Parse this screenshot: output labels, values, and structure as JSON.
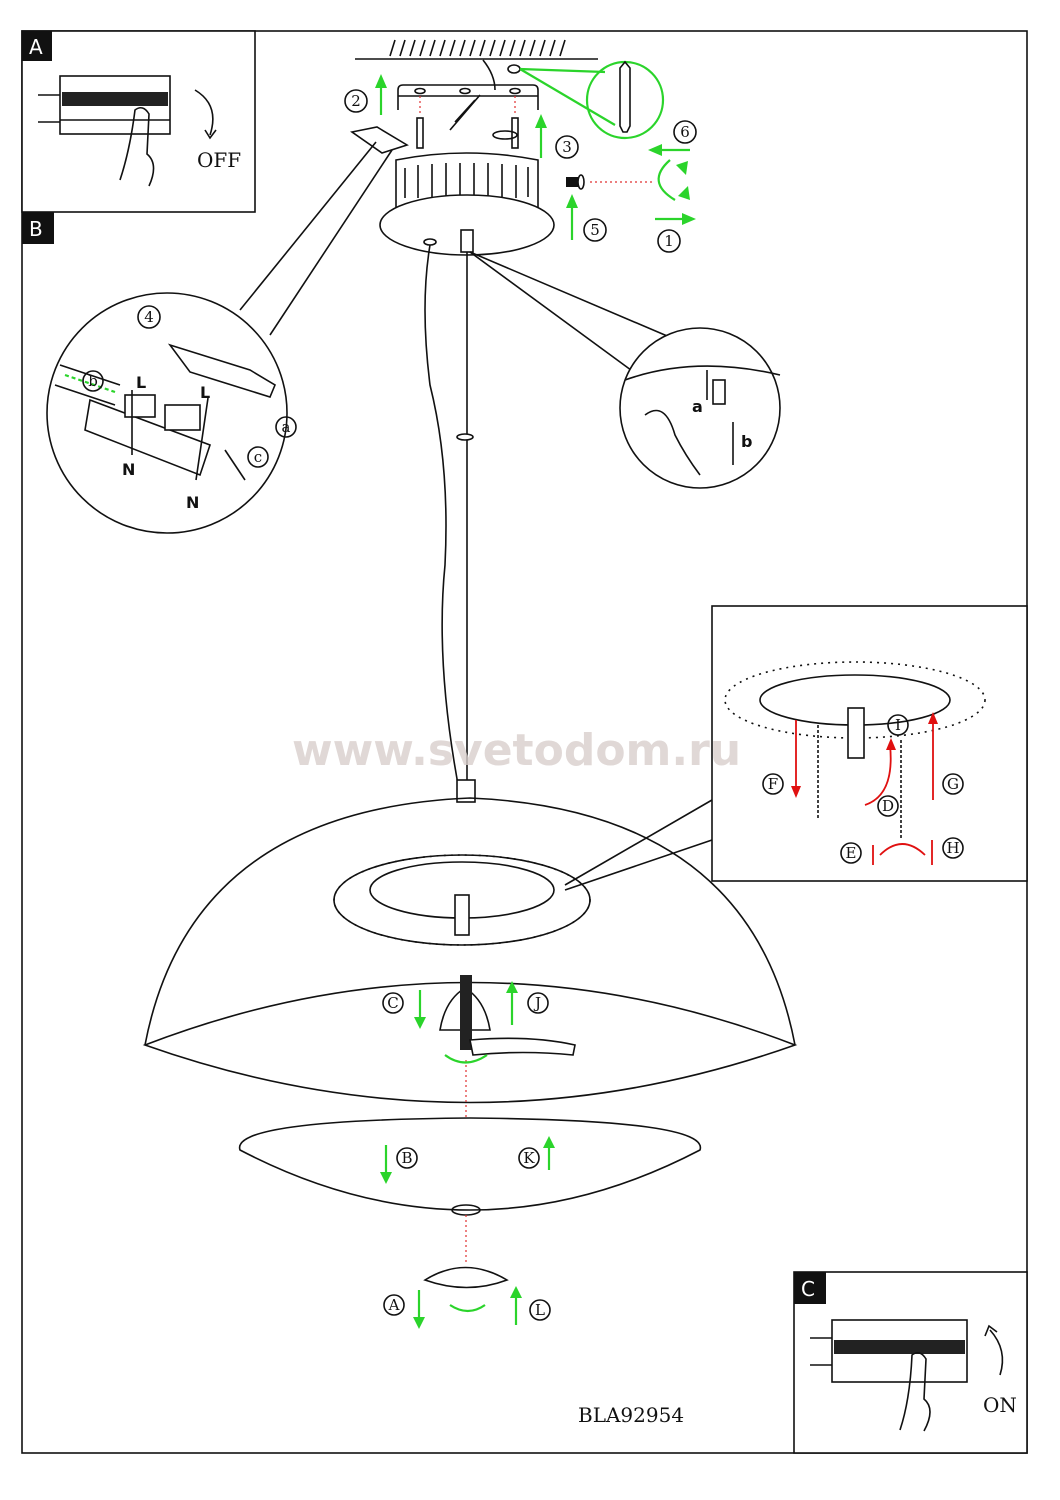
{
  "panels": {
    "a": {
      "tag": "A",
      "label": "OFF"
    },
    "b": {
      "tag": "B"
    },
    "c": {
      "tag": "C",
      "label": "ON"
    }
  },
  "steps": [
    "1",
    "2",
    "3",
    "4",
    "5",
    "6"
  ],
  "detail_letters": {
    "a": "a",
    "b": "b",
    "c": "c",
    "live": "L",
    "neutral": "N"
  },
  "assembly_letters": [
    "A",
    "B",
    "C",
    "D",
    "E",
    "F",
    "G",
    "H",
    "I",
    "J",
    "K",
    "L"
  ],
  "watermark": "www.svetodom.ru",
  "model": "BLA92954",
  "colors": {
    "install_arrow": "#2bd42b",
    "removal_arrow": "#e01010"
  }
}
